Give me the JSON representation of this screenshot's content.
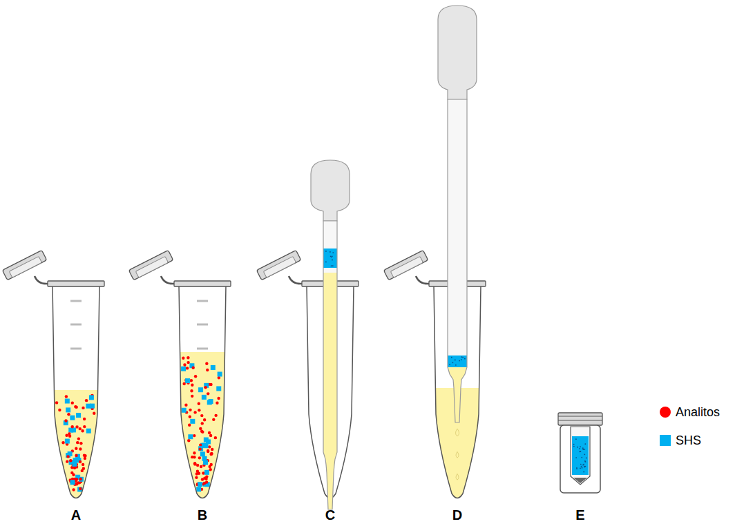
{
  "diagram": {
    "labels": [
      "A",
      "B",
      "C",
      "D",
      "E"
    ],
    "legend": [
      {
        "text": "Analitos",
        "color": "#ff0000"
      },
      {
        "text": "SHS",
        "color": "#00b0f0"
      }
    ]
  }
}
